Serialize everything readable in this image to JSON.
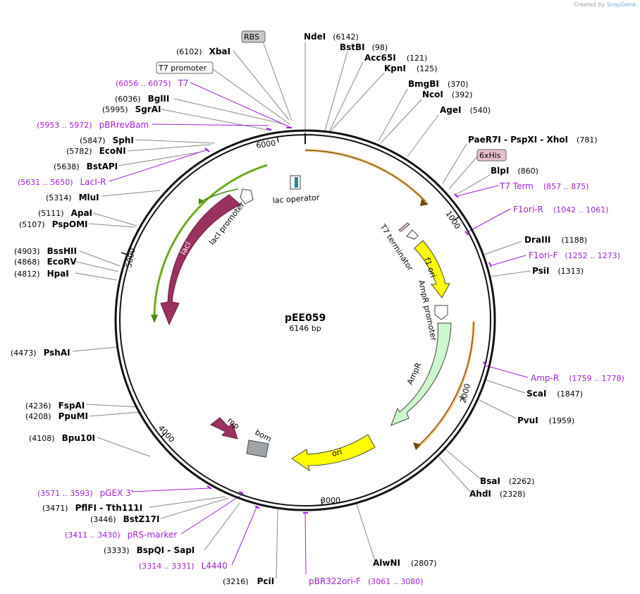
{
  "plasmid": {
    "name": "pEE059",
    "length_label": "6146 bp",
    "total_bp": 6146
  },
  "credit": {
    "prefix": "Created by",
    "brand": "SnapGene"
  },
  "ticks": [
    "1000",
    "2000",
    "3000",
    "4000",
    "5000",
    "6000"
  ],
  "enzymes": [
    {
      "name": "NdeI",
      "pos": "(6142)"
    },
    {
      "name": "BstBI",
      "pos": "(98)"
    },
    {
      "name": "Acc65I",
      "pos": "(121)"
    },
    {
      "name": "KpnI",
      "pos": "(125)"
    },
    {
      "name": "BmgBI",
      "pos": "(370)"
    },
    {
      "name": "NcoI",
      "pos": "(392)"
    },
    {
      "name": "AgeI",
      "pos": "(540)"
    },
    {
      "name": "PaeR7I - PspXI - XhoI",
      "pos": "(781)"
    },
    {
      "name": "BlpI",
      "pos": "(860)"
    },
    {
      "name": "DraIII",
      "pos": "(1188)"
    },
    {
      "name": "PsiI",
      "pos": "(1313)"
    },
    {
      "name": "ScaI",
      "pos": "(1847)"
    },
    {
      "name": "PvuI",
      "pos": "(1959)"
    },
    {
      "name": "BsaI",
      "pos": "(2262)"
    },
    {
      "name": "AhdI",
      "pos": "(2328)"
    },
    {
      "name": "AlwNI",
      "pos": "(2807)"
    },
    {
      "name": "PciI",
      "pos": "(3216)"
    },
    {
      "name": "BspQI - SapI",
      "pos": "(3333)"
    },
    {
      "name": "BstZ17I",
      "pos": "(3446)"
    },
    {
      "name": "PflFI - Tth111I",
      "pos": "(3471)"
    },
    {
      "name": "Bpu10I",
      "pos": "(4108)"
    },
    {
      "name": "PpuMI",
      "pos": "(4208)"
    },
    {
      "name": "FspAI",
      "pos": "(4236)"
    },
    {
      "name": "PshAI",
      "pos": "(4473)"
    },
    {
      "name": "HpaI",
      "pos": "(4812)"
    },
    {
      "name": "EcoRV",
      "pos": "(4868)"
    },
    {
      "name": "BssHII",
      "pos": "(4903)"
    },
    {
      "name": "PspOMI",
      "pos": "(5107)"
    },
    {
      "name": "ApaI",
      "pos": "(5111)"
    },
    {
      "name": "MluI",
      "pos": "(5314)"
    },
    {
      "name": "BstAPI",
      "pos": "(5638)"
    },
    {
      "name": "EcoNI",
      "pos": "(5782)"
    },
    {
      "name": "SphI",
      "pos": "(5847)"
    },
    {
      "name": "SgrAI",
      "pos": "(5995)"
    },
    {
      "name": "BglII",
      "pos": "(6036)"
    },
    {
      "name": "XbaI",
      "pos": "(6102)"
    }
  ],
  "primers": [
    {
      "name": "T7 Term",
      "pos": "(857 .. 875)"
    },
    {
      "name": "F1ori-R",
      "pos": "(1042 .. 1061)"
    },
    {
      "name": "F1ori-F",
      "pos": "(1252 .. 1273)"
    },
    {
      "name": "Amp-R",
      "pos": "(1759 .. 1778)"
    },
    {
      "name": "pBR322ori-F",
      "pos": "(3061 .. 3080)"
    },
    {
      "name": "L4440",
      "pos": "(3314 .. 3331)"
    },
    {
      "name": "pRS-marker",
      "pos": "(3411 .. 3430)"
    },
    {
      "name": "pGEX 3'",
      "pos": "(3571 .. 3593)"
    },
    {
      "name": "LacI-R",
      "pos": "(5631 .. 5650)"
    },
    {
      "name": "pBRrevBam",
      "pos": "(5953 .. 5972)"
    },
    {
      "name": "T7",
      "pos": "(6056 .. 6075)"
    }
  ],
  "boxed_features": [
    {
      "name": "RBS"
    },
    {
      "name": "T7 promoter"
    },
    {
      "name": "6xHis"
    }
  ],
  "features": [
    {
      "name": "lac operator"
    },
    {
      "name": "T7 terminator"
    },
    {
      "name": "f1 ori"
    },
    {
      "name": "AmpR promoter"
    },
    {
      "name": "AmpR"
    },
    {
      "name": "ori"
    },
    {
      "name": "rop"
    },
    {
      "name": "bom"
    },
    {
      "name": "lacI"
    },
    {
      "name": "lacI promoter"
    }
  ],
  "colors": {
    "backbone": "#111111",
    "enzyme_line": "#888888",
    "primer": "#a020d8",
    "lacI": "#99325e",
    "lacI_promoter": "#ffffff",
    "f1_ori": "#ffff00",
    "AmpR": "#cdf7cd",
    "ori": "#ffff00",
    "rop": "#99325e",
    "bom": "#a0a4a8",
    "orange_arc": "#f0a030",
    "green_arc": "#4a8a10",
    "lac_operator": "#2a8a8a",
    "RBS_box": "#c8c8c8",
    "6xHis_box": "#e8c0cc"
  }
}
